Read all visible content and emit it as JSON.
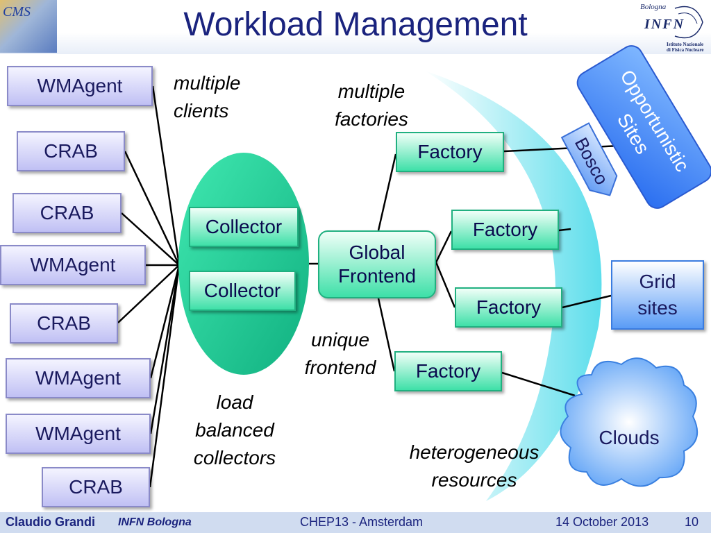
{
  "slide": {
    "title": "Workload Management",
    "logos": {
      "left": {
        "text": "CMS"
      },
      "right": {
        "city": "Bologna",
        "name": "INFN",
        "inst_line1": "Istituto Nazionale",
        "inst_line2": "di Fisica Nucleare"
      }
    }
  },
  "clients": [
    {
      "label": "WMAgent"
    },
    {
      "label": "CRAB"
    },
    {
      "label": "CRAB"
    },
    {
      "label": "WMAgent"
    },
    {
      "label": "CRAB"
    },
    {
      "label": "WMAgent"
    },
    {
      "label": "WMAgent"
    },
    {
      "label": "CRAB"
    }
  ],
  "collectors": [
    {
      "label": "Collector"
    },
    {
      "label": "Collector"
    }
  ],
  "frontend": {
    "line1": "Global",
    "line2": "Frontend"
  },
  "factories": [
    {
      "label": "Factory"
    },
    {
      "label": "Factory"
    },
    {
      "label": "Factory"
    },
    {
      "label": "Factory"
    }
  ],
  "resources": {
    "opportunistic": {
      "line1": "Opportunistic",
      "line2": "Sites"
    },
    "bosco": "Bosco",
    "grid": {
      "line1": "Grid",
      "line2": "sites"
    },
    "clouds": "Clouds"
  },
  "notes": {
    "multiple_clients": {
      "line1": "multiple",
      "line2": "clients"
    },
    "multiple_factories": {
      "line1": "multiple",
      "line2": "factories"
    },
    "unique_frontend": {
      "line1": "unique",
      "line2": "frontend"
    },
    "load_balanced": {
      "line1": "load",
      "line2": "balanced",
      "line3": "collectors"
    },
    "heterogeneous": {
      "line1": "heterogeneous",
      "line2": "resources"
    }
  },
  "footer": {
    "author": "Claudio Grandi",
    "institution": "INFN Bologna",
    "conference": "CHEP13 - Amsterdam",
    "date": "14 October 2013",
    "page": "10"
  },
  "colors": {
    "title": "#1a237e",
    "client_fill": "#c0c0f4",
    "green_fill": "#3ee0a8",
    "grid_fill": "#5a9cf6",
    "footer_bg": "#d0dcf0"
  }
}
